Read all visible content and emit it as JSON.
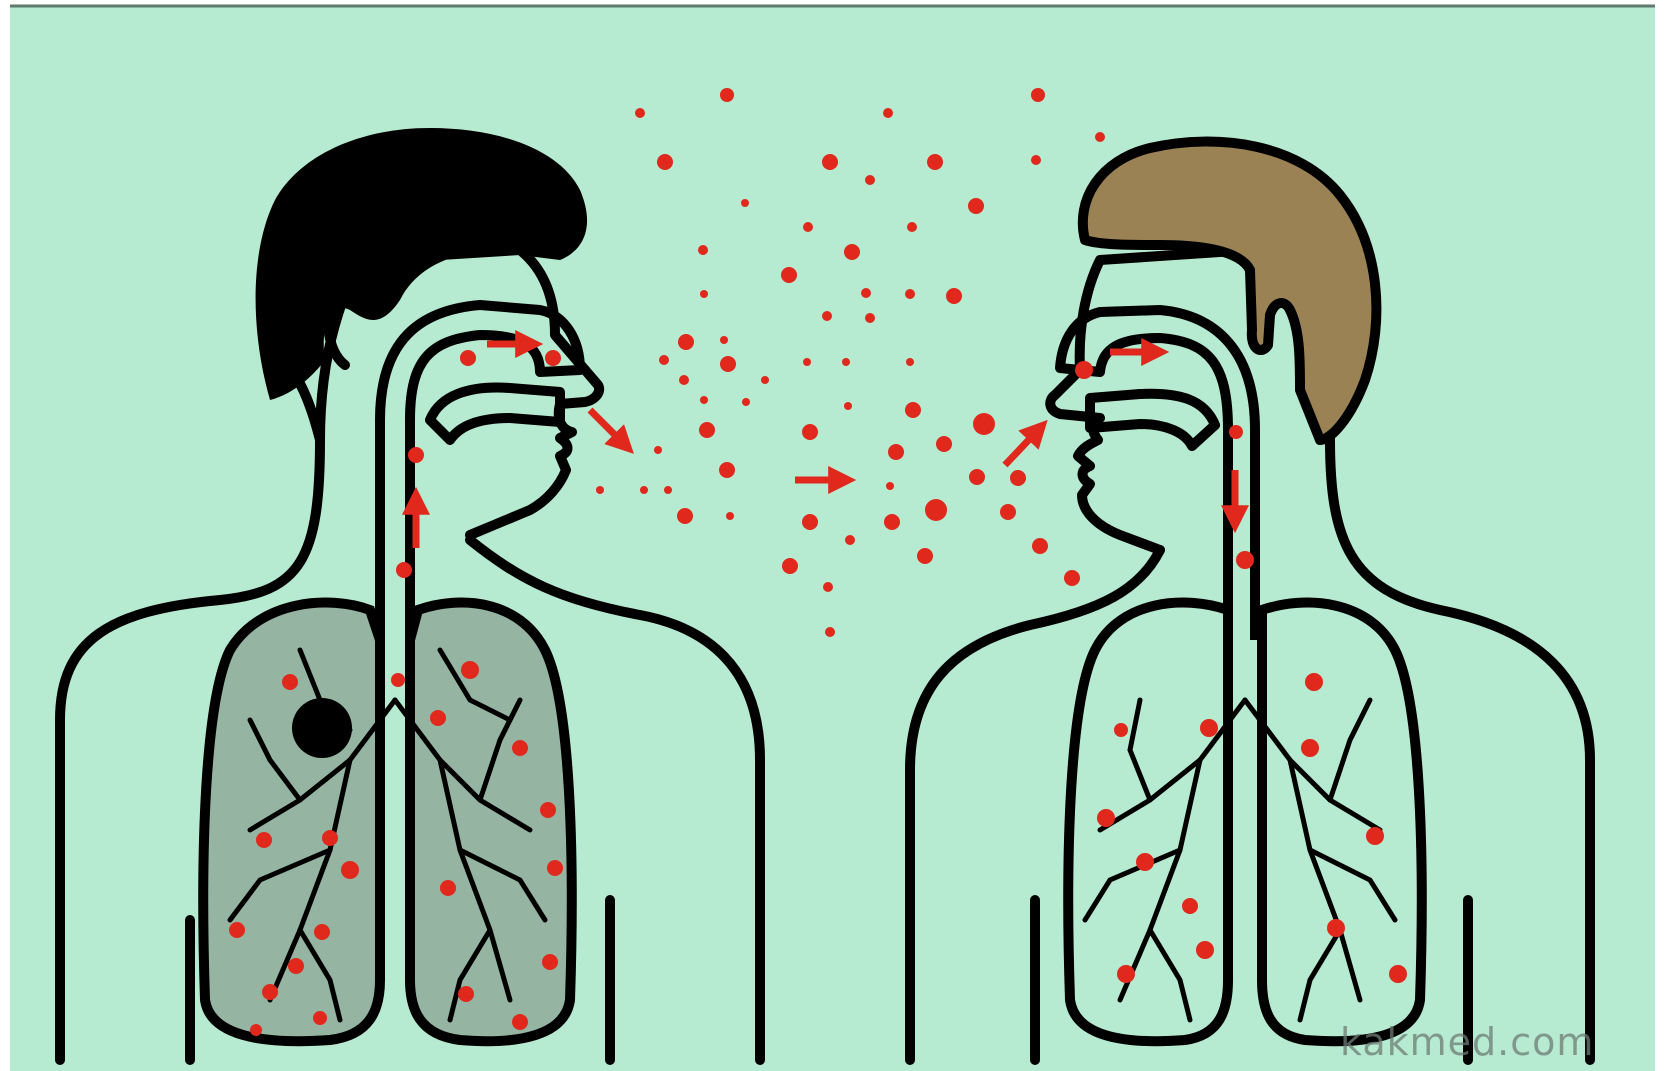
{
  "illustration": {
    "subject": "airborne-transmission-between-two-people",
    "figures": [
      {
        "role": "infected-person",
        "hair_color": "#000000",
        "lung_fill": "#95b5a2",
        "lesion": true
      },
      {
        "role": "healthy-person",
        "hair_color": "#9a8254",
        "lung_fill": "#b6ead1",
        "lesion": false
      }
    ]
  },
  "colors": {
    "background": "#b6ead1",
    "outline": "#000000",
    "particle": "#e0291c",
    "arrow": "#e0291c",
    "infected_lung": "#95b5a2"
  },
  "watermark": "kakmed.com"
}
